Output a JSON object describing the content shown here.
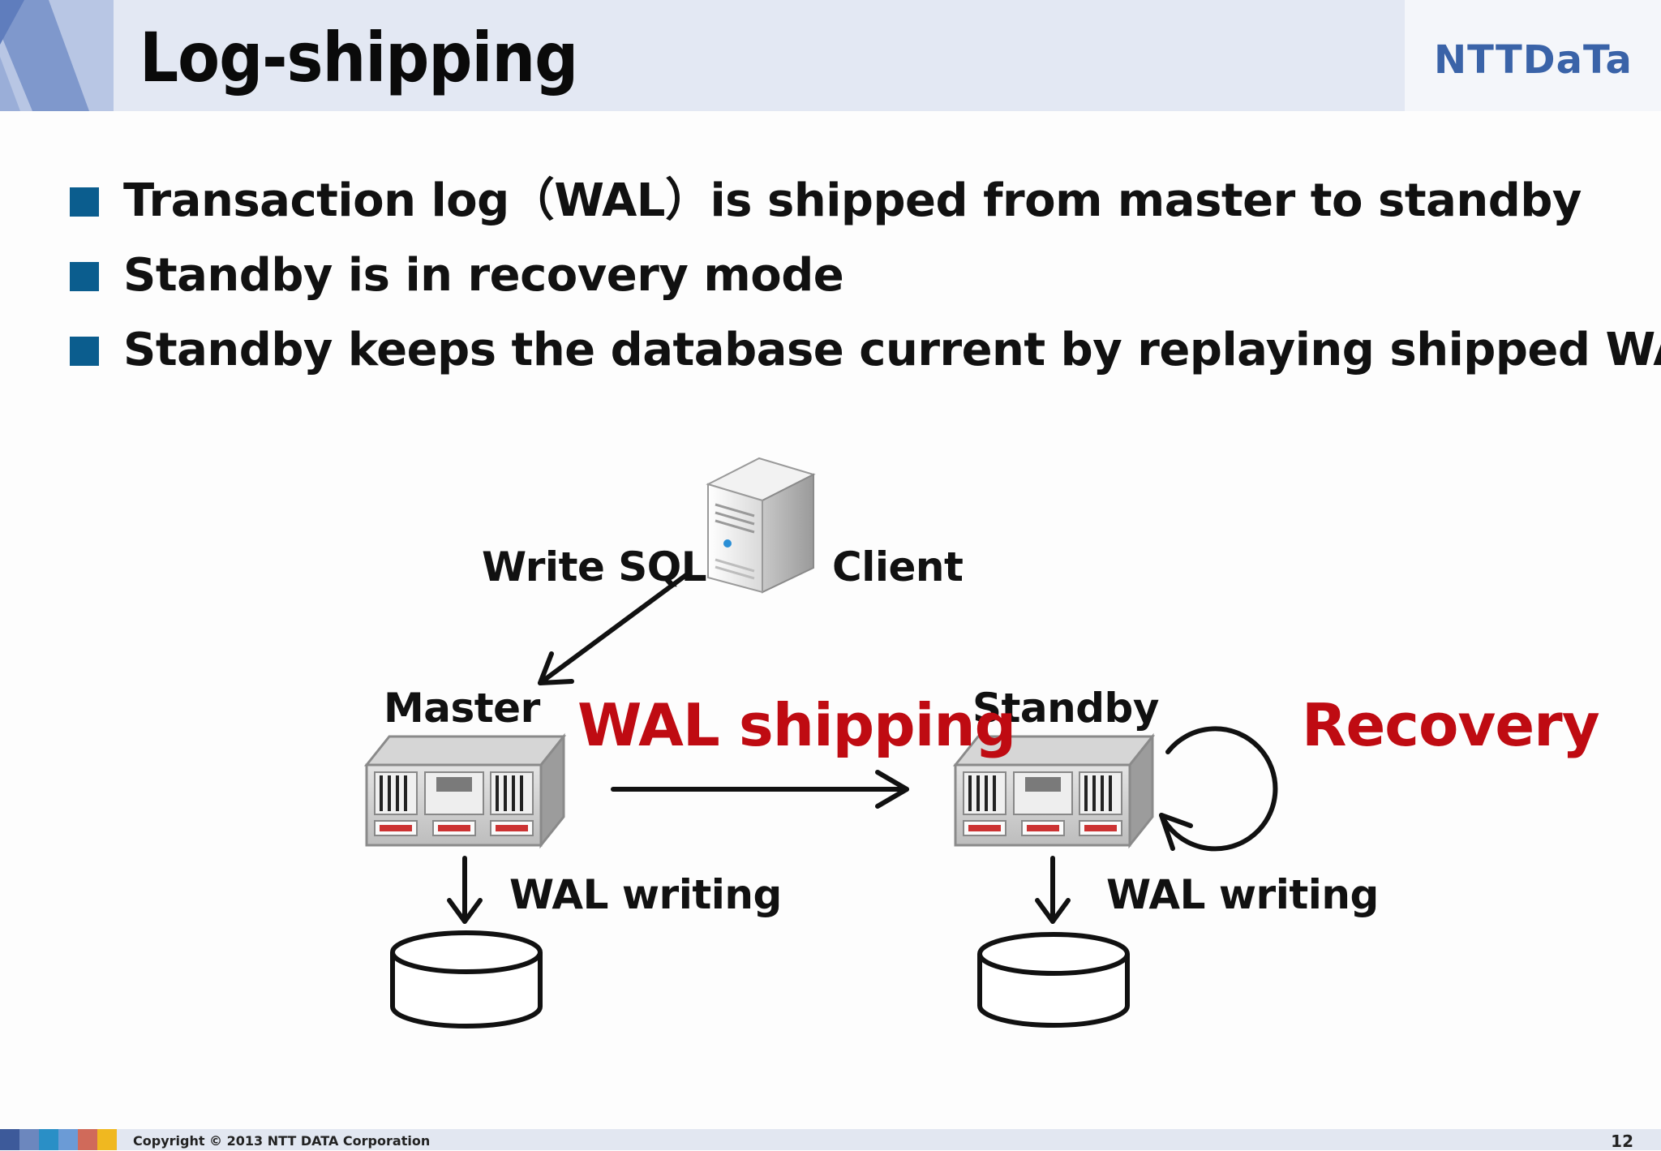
{
  "slide": {
    "title": "Log-shipping",
    "logo_text": "NTTDaTa",
    "bullets": [
      "Transaction log（WAL）is shipped from master to standby",
      "Standby is in recovery mode",
      "Standby keeps the database current by replaying shipped WAL"
    ]
  },
  "diagram": {
    "client_label": "Client",
    "write_sql_label": "Write SQL",
    "master_label": "Master",
    "standby_label": "Standby",
    "wal_shipping_label": "WAL shipping",
    "recovery_label": "Recovery",
    "master_wal_writing_label": "WAL writing",
    "standby_wal_writing_label": "WAL writing"
  },
  "footer": {
    "copyright": "Copyright © 2013 NTT DATA Corporation",
    "page_number": "12"
  },
  "colors": {
    "accent_red": "#bf0b12",
    "bullet_blue": "#0b5d8e",
    "logo_blue": "#3a63a8"
  }
}
